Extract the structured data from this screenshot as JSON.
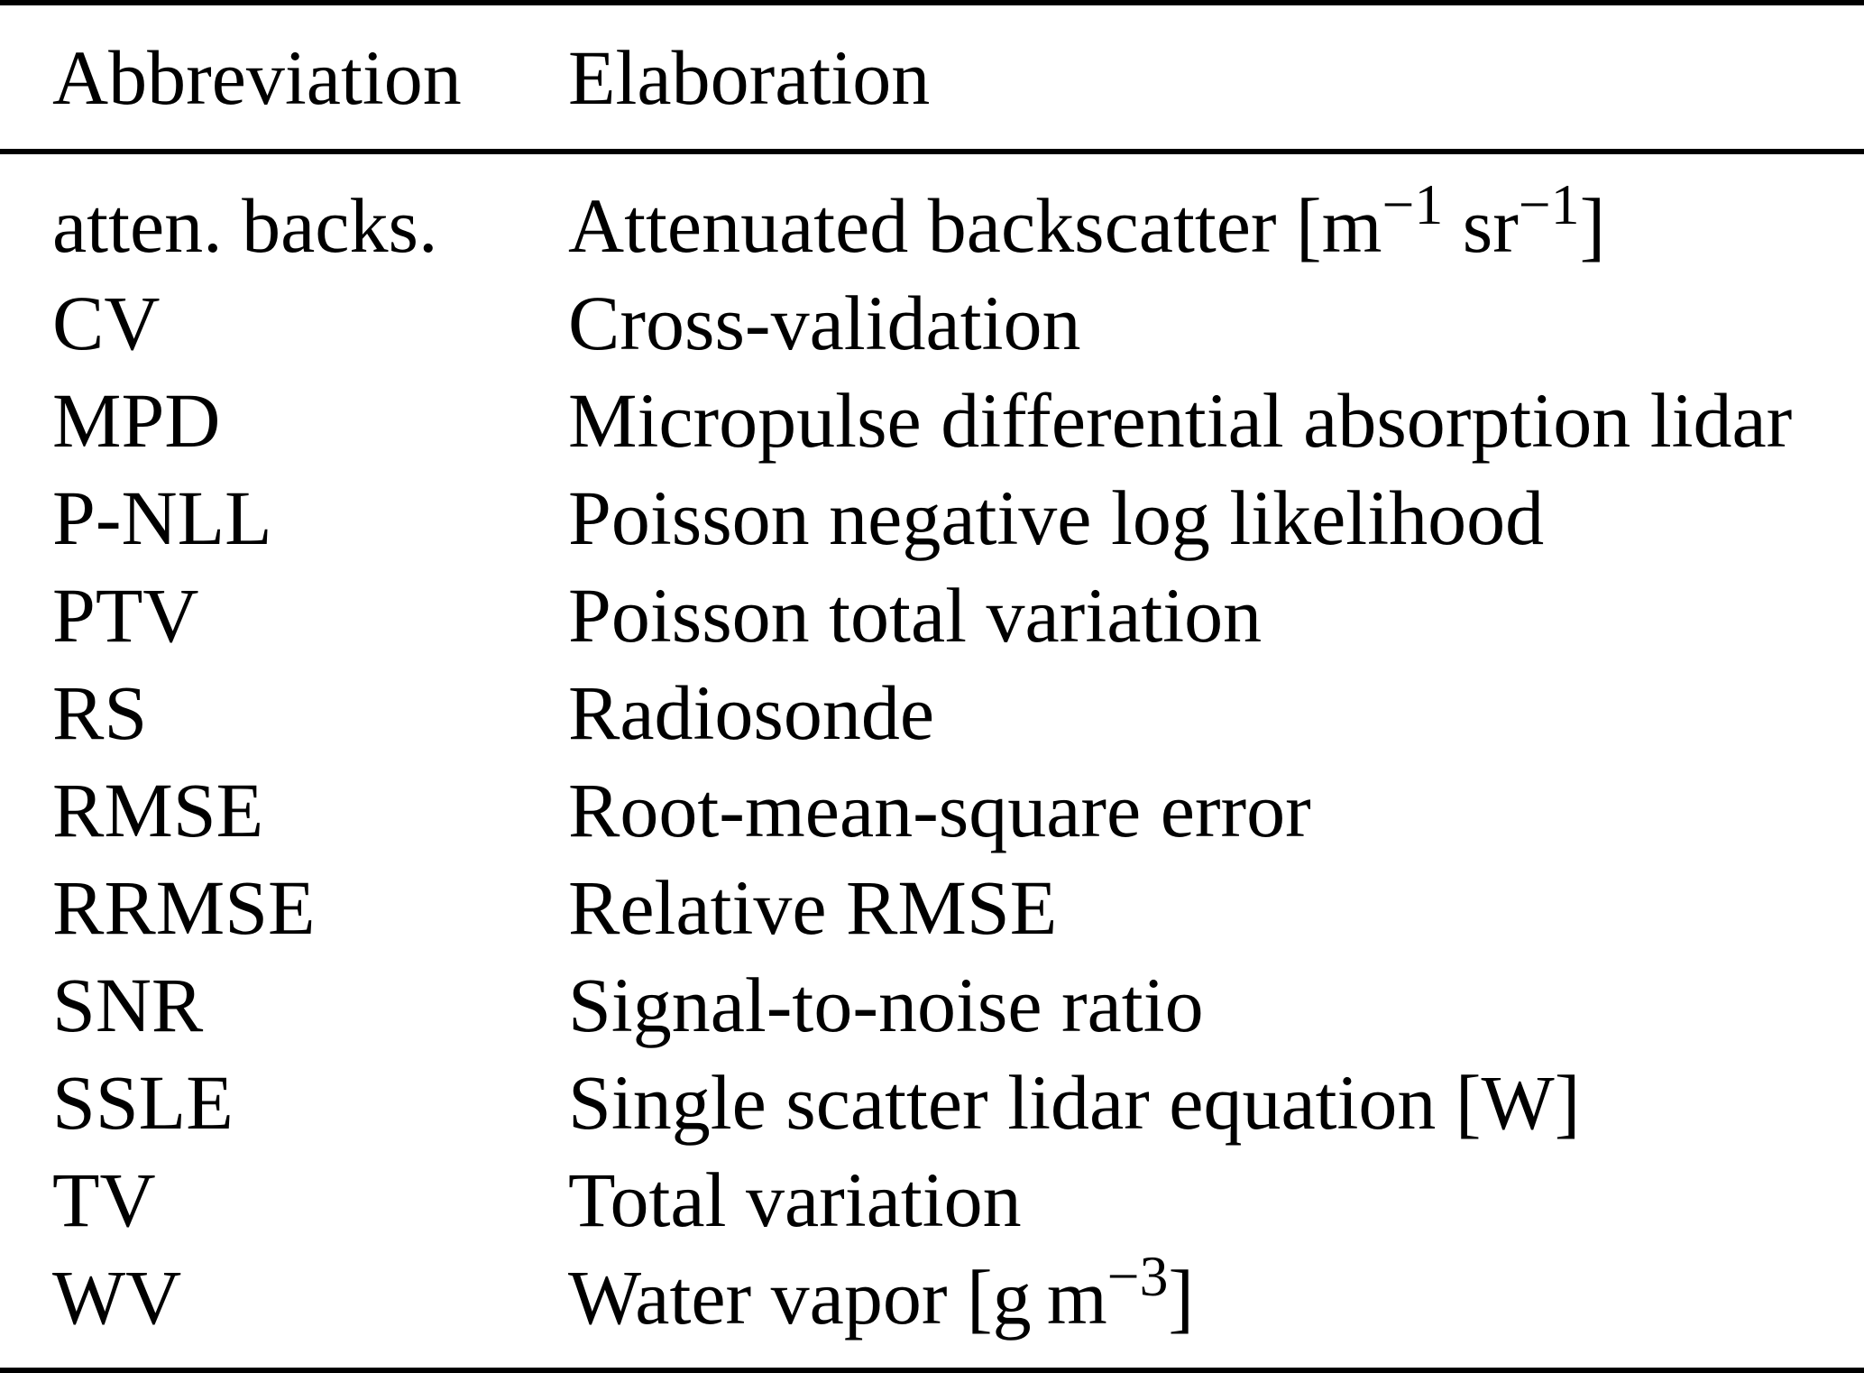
{
  "table": {
    "header": {
      "abbreviation": "Abbreviation",
      "elaboration": "Elaboration"
    },
    "rows": [
      {
        "abbr": "atten. backs.",
        "elab": [
          {
            "t": "Attenuated backscatter [m"
          },
          {
            "t": "−1",
            "sup": true
          },
          {
            "t": " sr"
          },
          {
            "t": "−1",
            "sup": true
          },
          {
            "t": "]"
          }
        ]
      },
      {
        "abbr": "CV",
        "elab": [
          {
            "t": "Cross-validation"
          }
        ]
      },
      {
        "abbr": "MPD",
        "elab": [
          {
            "t": "Micropulse differential absorption lidar"
          }
        ]
      },
      {
        "abbr": "P-NLL",
        "elab": [
          {
            "t": "Poisson negative log likelihood"
          }
        ]
      },
      {
        "abbr": "PTV",
        "elab": [
          {
            "t": "Poisson total variation"
          }
        ]
      },
      {
        "abbr": "RS",
        "elab": [
          {
            "t": "Radiosonde"
          }
        ]
      },
      {
        "abbr": "RMSE",
        "elab": [
          {
            "t": "Root-mean-square error"
          }
        ]
      },
      {
        "abbr": "RRMSE",
        "elab": [
          {
            "t": "Relative RMSE"
          }
        ]
      },
      {
        "abbr": "SNR",
        "elab": [
          {
            "t": "Signal-to-noise ratio"
          }
        ]
      },
      {
        "abbr": "SSLE",
        "elab": [
          {
            "t": "Single scatter lidar equation [W]"
          }
        ]
      },
      {
        "abbr": "TV",
        "elab": [
          {
            "t": "Total variation"
          }
        ]
      },
      {
        "abbr": "WV",
        "elab": [
          {
            "t": "Water vapor [g m"
          },
          {
            "t": "−3",
            "sup": true
          },
          {
            "t": "]"
          }
        ]
      }
    ],
    "colors": {
      "text": "#000000",
      "background": "#ffffff",
      "rule": "#000000"
    }
  }
}
